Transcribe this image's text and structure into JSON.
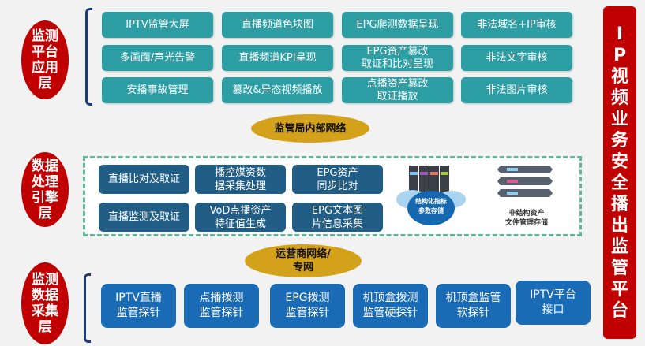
{
  "layers": {
    "top": "监测平台应用层",
    "middle": "数据处理引擎层",
    "bottom": "监测数据采集层"
  },
  "platform_title": "IP视频业务安全播出监管平台",
  "app_boxes": [
    "IPTV监管大屏",
    "直播频道色块图",
    "EPG爬测数据呈现",
    "非法域名+IP审核",
    "多画面/声光告警",
    "直播频道KPI呈现",
    "EPG资产篡改\n取证和比对呈现",
    "非法文字审核",
    "安播事故管理",
    "篡改&异态视频播放",
    "点播资产篡改\n取证播放",
    "非法图片审核"
  ],
  "network_internal": "监管局内部网络",
  "engine_boxes": [
    "直播比对及取证",
    "播控媒资数\n据采集处理",
    "EPG资产\n同步比对",
    "直播监测及取证",
    "VoD点播资产\n特征值生成",
    "EPG文本图\n片信息采集"
  ],
  "storage": {
    "structured": "结构化指标\n参数存储",
    "unstructured": "非结构资产\n文件管理存储"
  },
  "network_operator": "运营商网络/\n专网",
  "probe_boxes": [
    "IPTV直播\n监管探针",
    "点播拨测\n监管探针",
    "EPG拨测\n监管探针",
    "机顶盒拨测\n监管硬探针",
    "机顶盒监管\n软探针",
    "IPTV平台\n接口"
  ]
}
